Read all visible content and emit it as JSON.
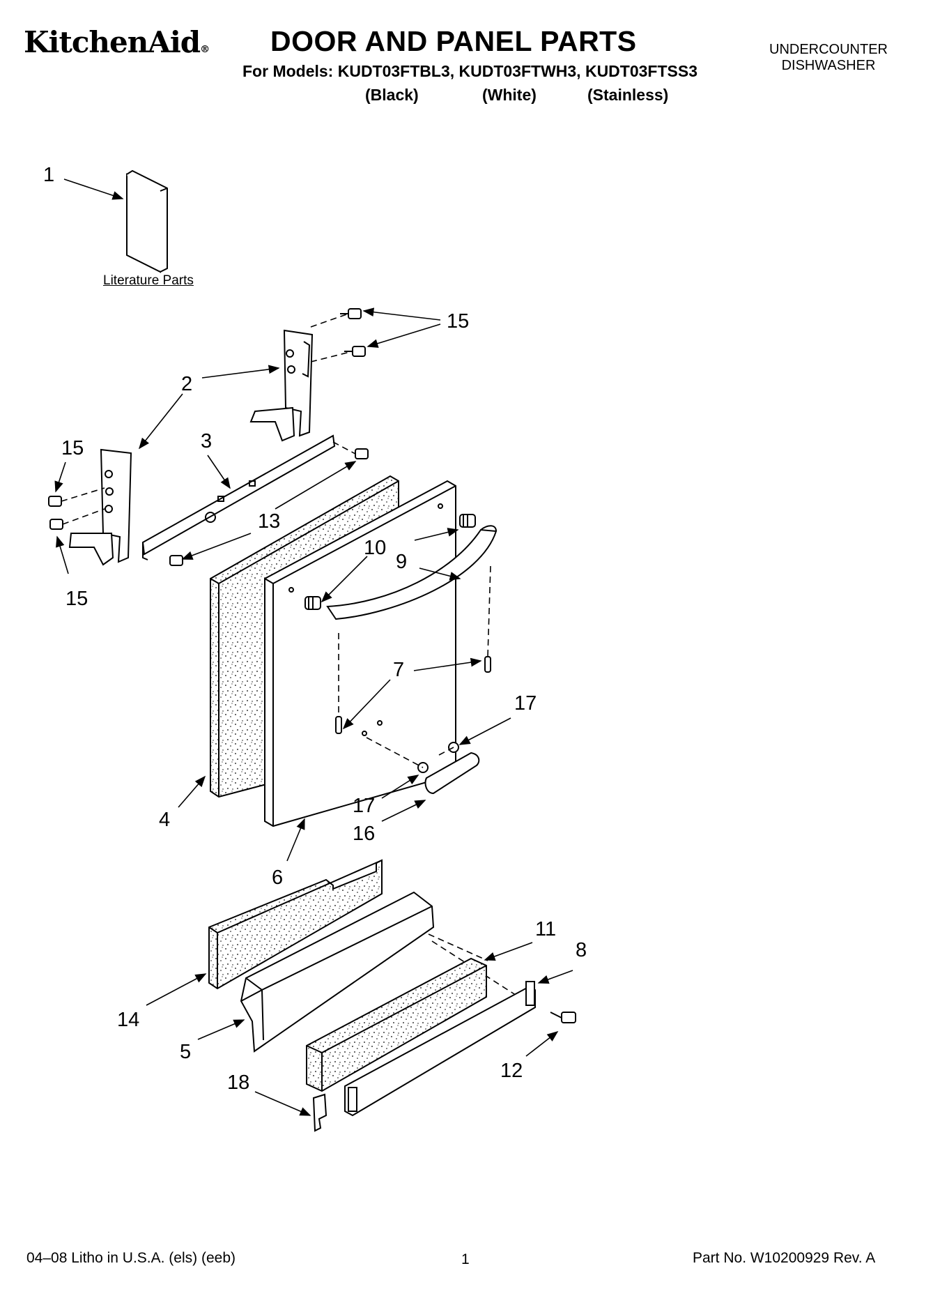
{
  "header": {
    "brand": "KitchenAid",
    "brand_mark": "®",
    "title": "DOOR AND PANEL PARTS",
    "models_line": "For Models: KUDT03FTBL3, KUDT03FTWH3, KUDT03FTSS3",
    "finishes": [
      "(Black)",
      "(White)",
      "(Stainless)"
    ],
    "category_line1": "UNDERCOUNTER",
    "category_line2": "DISHWASHER"
  },
  "diagram": {
    "literature_label": "Literature Parts",
    "callouts": {
      "c1": "1",
      "c2": "2",
      "c3": "3",
      "c4": "4",
      "c5": "5",
      "c6": "6",
      "c7": "7",
      "c8": "8",
      "c9": "9",
      "c10": "10",
      "c11": "11",
      "c12": "12",
      "c13": "13",
      "c14": "14",
      "c15a": "15",
      "c15b": "15",
      "c15c": "15",
      "c16": "16",
      "c17a": "17",
      "c17b": "17",
      "c18": "18"
    }
  },
  "footer": {
    "litho": "04–08 Litho in U.S.A. (els) (eeb)",
    "page": "1",
    "part_no": "Part No. W10200929 Rev. A"
  }
}
